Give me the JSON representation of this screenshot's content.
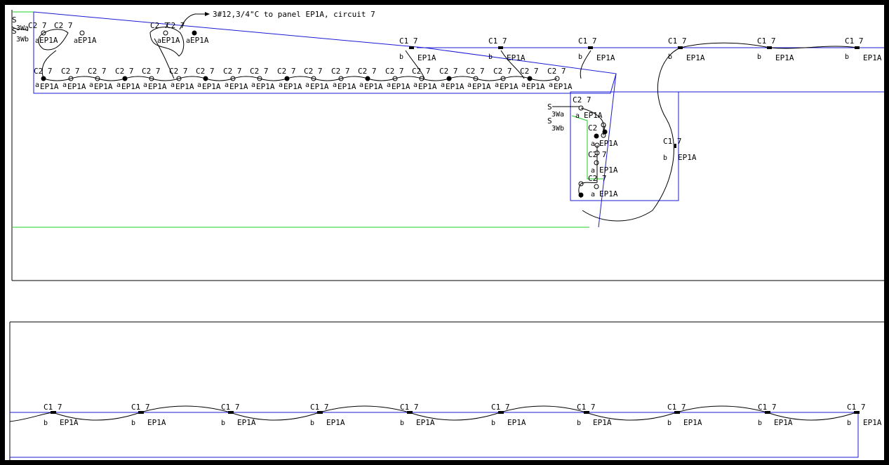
{
  "drawing": {
    "background": "#ffffff",
    "frame_color": "#000000",
    "room_outline_color": "#1a1ad6",
    "corridor_outline_color": "#1fd01f",
    "wire_color": "#000000"
  },
  "homerun_note": "3#12,3/4\"C to panel EP1A, circuit 7",
  "switches": {
    "top_left_a": "3Wa",
    "top_left_b": "3Wb",
    "mid_a": "3Wa",
    "mid_b": "3Wb",
    "symbol": "S"
  },
  "circuit_label_c2": "C2 7",
  "circuit_label_c1": "C1 7",
  "panel_label": "EP1A",
  "switch_leg_a": "a",
  "switch_leg_b": "b",
  "icons": {
    "fixture_open": "fixture-circle-icon",
    "fixture_filled": "fixture-filled-icon",
    "fixture_small": "fixture-rect-icon",
    "arrow": "arrow-icon"
  }
}
